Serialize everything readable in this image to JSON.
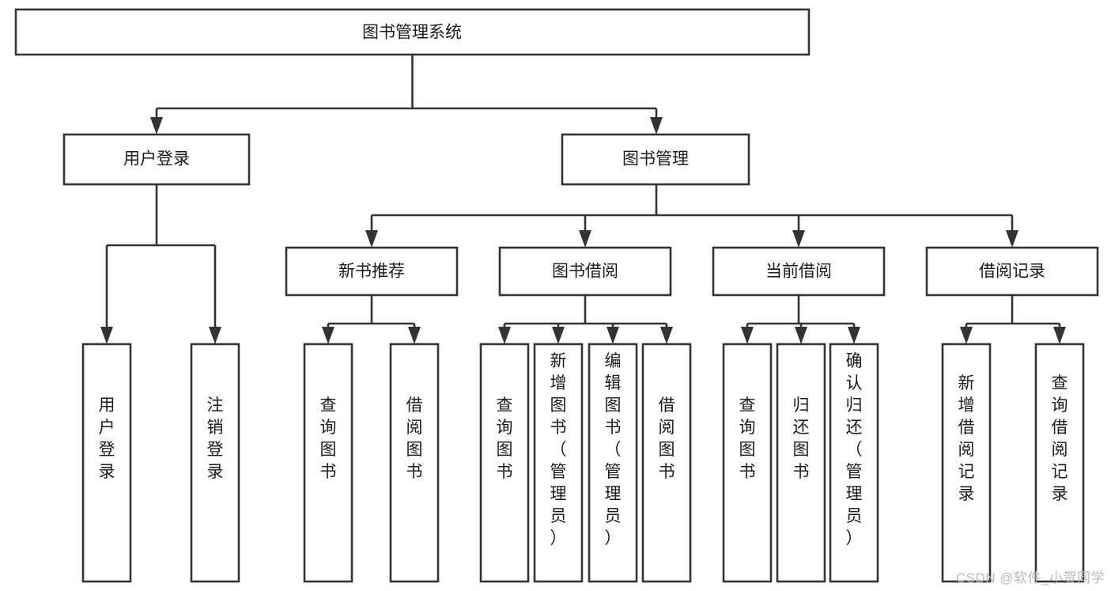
{
  "diagram": {
    "type": "tree-hierarchy-chart",
    "title": "图书管理系统",
    "watermark": "CSDN @软件_小贺同学",
    "colors": {
      "stroke": "#333333",
      "box_fill": "#ffffff",
      "text": "#1a1a1a",
      "background": "#ffffff",
      "watermark": "#b9b9b9"
    },
    "levels": {
      "level1_label": "图书管理系统",
      "level2": [
        {
          "id": "user-login",
          "label": "用户登录"
        },
        {
          "id": "book-management",
          "label": "图书管理"
        }
      ],
      "level3": [
        {
          "id": "new-book-recommend",
          "label": "新书推荐",
          "parent": "book-management"
        },
        {
          "id": "book-borrow",
          "label": "图书借阅",
          "parent": "book-management"
        },
        {
          "id": "current-borrow",
          "label": "当前借阅",
          "parent": "book-management"
        },
        {
          "id": "borrow-record",
          "label": "借阅记录",
          "parent": "book-management"
        }
      ],
      "leaves": [
        {
          "id": "leaf-user-login",
          "label": "用户登录",
          "parent": "user-login"
        },
        {
          "id": "leaf-logout-login",
          "label": "注销登录",
          "parent": "user-login"
        },
        {
          "id": "leaf-query-book-1",
          "label": "查询图书",
          "parent": "new-book-recommend"
        },
        {
          "id": "leaf-borrow-book-1",
          "label": "借阅图书",
          "parent": "new-book-recommend"
        },
        {
          "id": "leaf-query-book-2",
          "label": "查询图书",
          "parent": "book-borrow"
        },
        {
          "id": "leaf-add-book",
          "label": "新增图书（管理员）",
          "parent": "book-borrow"
        },
        {
          "id": "leaf-edit-book",
          "label": "编辑图书（管理员）",
          "parent": "book-borrow"
        },
        {
          "id": "leaf-borrow-book-2",
          "label": "借阅图书",
          "parent": "book-borrow"
        },
        {
          "id": "leaf-query-book-3",
          "label": "查询图书",
          "parent": "current-borrow"
        },
        {
          "id": "leaf-return-book",
          "label": "归还图书",
          "parent": "current-borrow"
        },
        {
          "id": "leaf-confirm-return",
          "label": "确认归还（管理员）",
          "parent": "current-borrow"
        },
        {
          "id": "leaf-add-record",
          "label": "新增借阅记录",
          "parent": "borrow-record"
        },
        {
          "id": "leaf-query-record",
          "label": "查询借阅记录",
          "parent": "borrow-record"
        }
      ]
    }
  }
}
